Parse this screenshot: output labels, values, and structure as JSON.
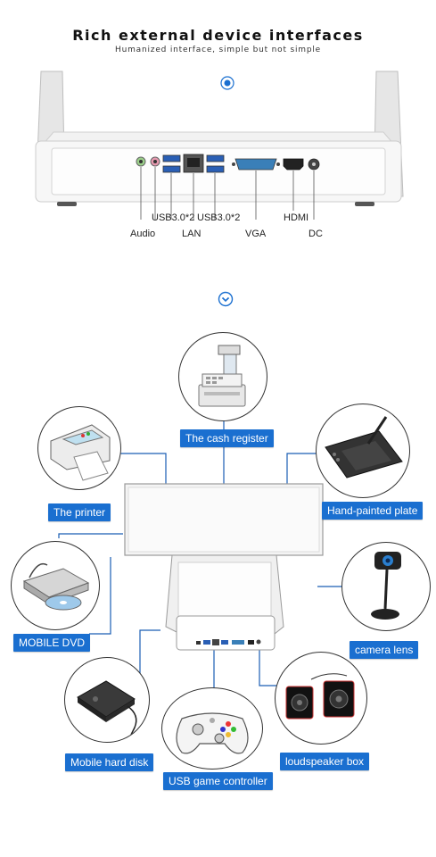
{
  "header": {
    "title": "Rich external device interfaces",
    "subtitle": "Humanized interface, simple but not simple"
  },
  "ports": {
    "usb_left": "USB3.0*2",
    "usb_right": "USB3.0*2",
    "audio": "Audio",
    "lan": "LAN",
    "vga": "VGA",
    "hdmi": "HDMI",
    "dc": "DC"
  },
  "devices": {
    "cash_register": "The cash register",
    "printer": "The printer",
    "hand_painted_plate": "Hand-painted plate",
    "mobile_dvd": "MOBILE DVD",
    "camera_lens": "camera lens",
    "mobile_hard_disk": "Mobile hard disk",
    "usb_game_controller": "USB game controller",
    "loudspeaker_box": "loudspeaker box"
  },
  "colors": {
    "accent": "#1a6fd0",
    "connector": "#1a5eb5"
  }
}
